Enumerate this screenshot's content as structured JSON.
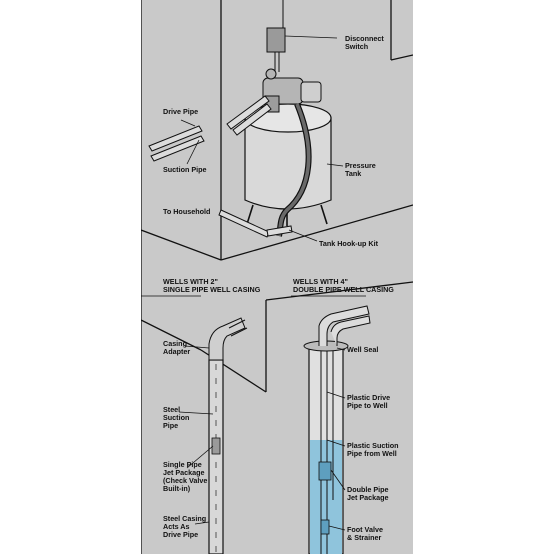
{
  "headers": {
    "wells_2in": "WELLS WITH 2\"\nSINGLE PIPE WELL CASING",
    "wells_4in": "WELLS WITH 4\"\nDOUBLE PIPE WELL CASING"
  },
  "labels": {
    "disconnect_switch": "Disconnect\nSwitch",
    "drive_pipe": "Drive Pipe",
    "suction_pipe": "Suction Pipe",
    "pressure_tank": "Pressure\nTank",
    "to_household": "To Household",
    "tank_hookup_kit": "Tank Hook-up Kit",
    "casing_adapter": "Casing\nAdapter",
    "steel_suction_pipe": "Steel\nSuction\nPipe",
    "single_pipe_jet_package": "Single Pipe\nJet Package\n(Check Valve\nBuilt-in)",
    "steel_casing": "Steel Casing\nActs As\nDrive Pipe",
    "well_seal": "Well Seal",
    "plastic_drive_pipe": "Plastic Drive\nPipe to Well",
    "plastic_suction_pipe": "Plastic Suction\nPipe from Well",
    "double_pipe_jet_package": "Double Pipe\nJet Package",
    "foot_valve": "Foot Valve\n& Strainer"
  },
  "colors": {
    "background": "#c9c9c9",
    "line": "#111111",
    "tank": "#d9d9d9",
    "water": "#8fc4dc",
    "water_dark": "#5e9fbf",
    "pipe": "#dcdcdc"
  }
}
